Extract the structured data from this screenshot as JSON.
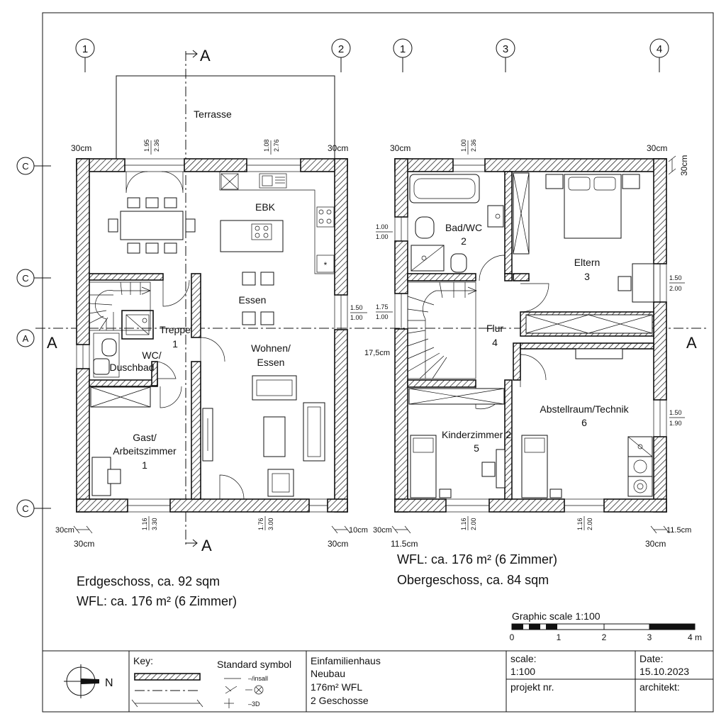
{
  "ground_floor": {
    "axis_labels": [
      "1",
      "2",
      "C",
      "C",
      "A",
      "C"
    ],
    "section_labels": {
      "top": "A",
      "bottom": "A",
      "left": "A"
    },
    "terrace": "Terrasse",
    "rooms": {
      "ebk": "EBK",
      "essen": "Essen",
      "wohnen_line1": "Wohnen/",
      "wohnen_line2": "Essen",
      "treppe_line1": "Treppe",
      "treppe_line2": "1",
      "wc_line1": "WC/",
      "wc_line2": "Duschbad",
      "gast_line1": "Gast/",
      "gast_line2": "Arbeitszimmer",
      "gast_line3": "1"
    },
    "dims": {
      "wall_tl": "30cm",
      "wall_tr": "30cm",
      "win_top_left_a": "1.95",
      "win_top_left_b": "2.36",
      "win_top_right_a": "1.08",
      "win_top_right_b": "2.76",
      "win_right_a": "1.50",
      "win_right_b": "1.00",
      "win_bot_left_a": "1.16",
      "win_bot_left_b": "3.30",
      "win_bot_right_a": "1.76",
      "win_bot_right_b": "3.00",
      "bot_left_a": "30cm",
      "bot_left_b": "30cm",
      "bot_right_a": "10cm",
      "bot_right_b": "30cm"
    },
    "caption_line1": "Erdgeschoss, ca. 92 sqm",
    "caption_line2": "WFL: ca. 176 m² (6 Zimmer)"
  },
  "upper_floor": {
    "axis_labels": [
      "1",
      "3",
      "4"
    ],
    "section_label_right": "A",
    "rooms": {
      "bad_line1": "Bad/WC",
      "bad_line2": "2",
      "eltern_line1": "Eltern",
      "eltern_line2": "3",
      "flur_line1": "Flur",
      "flur_line2": "4",
      "kinder_line1": "Kinderzimmer 2",
      "kinder_line2": "5",
      "abstell_line1": "Abstellraum/Technik",
      "abstell_line2": "6"
    },
    "dims": {
      "wall_tl": "30cm",
      "wall_tr": "30cm",
      "wall_side": "30cm",
      "win_top_a": "1.00",
      "win_top_b": "2.36",
      "win_left1_a": "1.00",
      "win_left1_b": "1.00",
      "win_left2_a": "1.75",
      "win_left2_b": "1.00",
      "stair": "17,5cm",
      "win_right1_a": "1.50",
      "win_right1_b": "2.00",
      "win_right2_a": "1.50",
      "win_right2_b": "1.90",
      "win_bot_left_a": "1.16",
      "win_bot_left_b": "2.00",
      "win_bot_right_a": "1.16",
      "win_bot_right_b": "2.00",
      "bot_left_a": "30cm",
      "bot_left_b": "11.5cm",
      "bot_right_a": "11.5cm",
      "bot_right_b": "30cm"
    },
    "caption_line1": "WFL: ca. 176 m² (6 Zimmer)",
    "caption_line2": "Obergeschoss, ca. 84 sqm"
  },
  "scale_bar": {
    "title": "Graphic scale 1:100",
    "ticks": [
      "0",
      "1",
      "2",
      "3",
      "4 m"
    ]
  },
  "title_block": {
    "north": "N",
    "key_label": "Key:",
    "standard_symbol": "Standard symbol",
    "sym_install": "–/insall",
    "sym_3d": "–3D",
    "project_line1": "Einfamilienhaus",
    "project_line2": "Neubau",
    "project_line3": "176m² WFL",
    "project_line4": "2 Geschosse",
    "scale_label": "scale:",
    "scale_value": "1:100",
    "projekt_nr": "projekt nr.",
    "date_label": "Date:",
    "date_value": "15.10.2023",
    "architekt": "architekt:"
  }
}
